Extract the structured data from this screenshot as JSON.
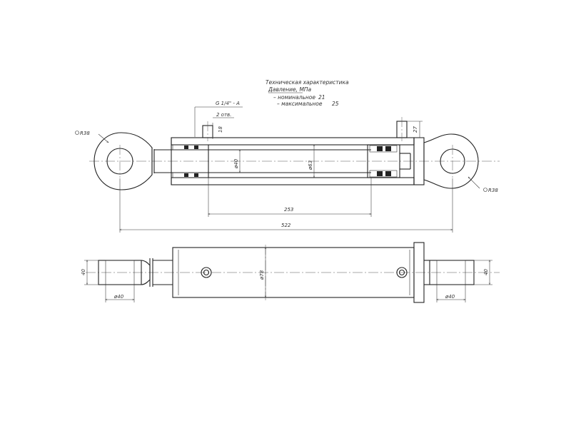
{
  "spec": {
    "title": "Техническая характеристика",
    "pressure_label": "Давление, МПа",
    "nominal_label": "– номинальное",
    "nominal_value": "21",
    "max_label": "– максимальное",
    "max_value": "25"
  },
  "dimensions": {
    "port_thread": "G 1/4\" - A",
    "port_count": "2 отв.",
    "port_height_left": "18",
    "port_height_right": "27",
    "radius_left": "R38",
    "radius_right": "R38",
    "rod_diameter": "ø40",
    "bore_diameter": "ø63",
    "stroke": "253",
    "total_length": "522",
    "tube_outer_diameter": "ø78",
    "eye_thickness_left": "40",
    "eye_thickness_right": "40",
    "pin_diameter_left": "ø40",
    "pin_diameter_right": "ø40"
  }
}
